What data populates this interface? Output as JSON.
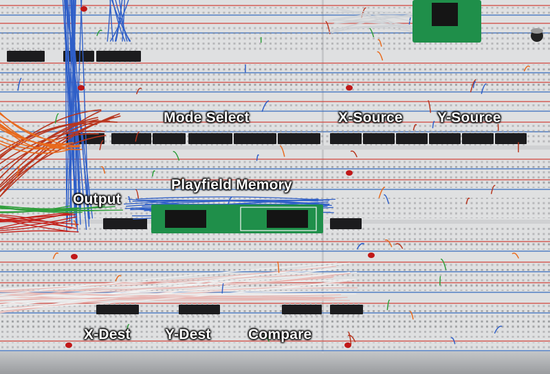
{
  "labels": {
    "mode_select": "Mode Select",
    "x_source": "X-Source",
    "y_source": "Y-Source",
    "playfield_memory": "Playfield Memory",
    "output": "Output",
    "x_dest": "X-Dest",
    "y_dest": "Y-Dest",
    "compare": "Compare"
  },
  "colors": {
    "board": "#dfe0e1",
    "rail_red": "#d2473f",
    "rail_blue": "#3a6fc0",
    "chip": "#1c1c1e",
    "wire_blue": "#2f5fc8",
    "wire_red": "#b8361f",
    "wire_orange": "#e86a1d",
    "wire_green": "#2e9e3a",
    "wire_white": "#f1f1f1",
    "pcb_green": "#1f8f4a",
    "metal": "#a9abae"
  }
}
